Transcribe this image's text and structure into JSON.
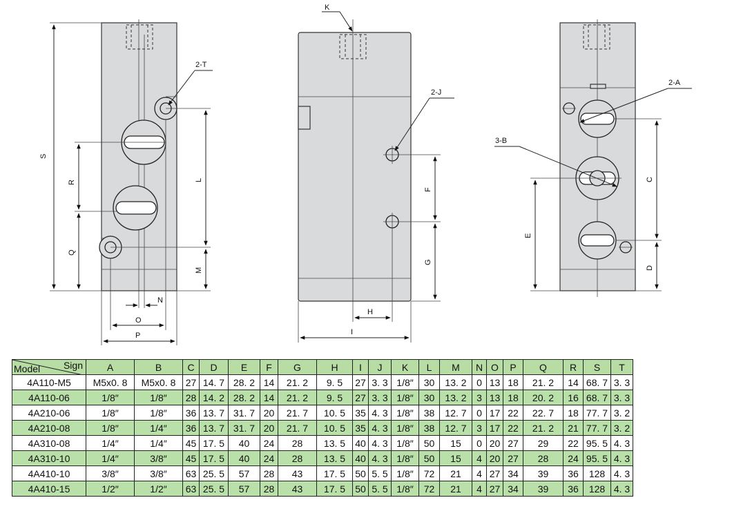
{
  "drawing": {
    "labels": {
      "S": "S",
      "R": "R",
      "Q": "Q",
      "L": "L",
      "M": "M",
      "N": "N",
      "O": "O",
      "P": "P",
      "T": "2-T",
      "K": "K",
      "J": "2-J",
      "F": "F",
      "G": "G",
      "H": "H",
      "I": "I",
      "A": "2-A",
      "B": "3-B",
      "C": "C",
      "E": "E",
      "D": "D"
    }
  },
  "table": {
    "corner_sign": "Sign",
    "corner_model": "Model",
    "columns": [
      "A",
      "B",
      "C",
      "D",
      "E",
      "F",
      "G",
      "H",
      "I",
      "J",
      "K",
      "L",
      "M",
      "N",
      "O",
      "P",
      "Q",
      "R",
      "S",
      "T"
    ],
    "rows": [
      [
        "4A110-M5",
        "M5x0. 8",
        "M5x0. 8",
        "27",
        "14. 7",
        "28. 2",
        "14",
        "21. 2",
        "9. 5",
        "27",
        "3. 3",
        "1/8″",
        "30",
        "13. 2",
        "0",
        "13",
        "18",
        "21. 2",
        "14",
        "68. 7",
        "3. 3"
      ],
      [
        "4A110-06",
        "1/8″",
        "1/8″",
        "28",
        "14. 2",
        "28. 2",
        "14",
        "21. 2",
        "9. 5",
        "27",
        "3. 3",
        "1/8″",
        "30",
        "13. 2",
        "3",
        "13",
        "18",
        "20. 2",
        "16",
        "68. 7",
        "3. 3"
      ],
      [
        "4A210-06",
        "1/8″",
        "1/8″",
        "36",
        "13. 7",
        "31. 7",
        "20",
        "21. 7",
        "10. 5",
        "35",
        "4. 3",
        "1/8″",
        "38",
        "12. 7",
        "0",
        "17",
        "22",
        "22. 7",
        "18",
        "77. 7",
        "3. 2"
      ],
      [
        "4A210-08",
        "1/8″",
        "1/4″",
        "36",
        "13. 7",
        "31. 7",
        "20",
        "21. 7",
        "10. 5",
        "35",
        "4. 3",
        "1/8″",
        "38",
        "12. 7",
        "3",
        "17",
        "22",
        "21. 2",
        "21",
        "77. 7",
        "3. 2"
      ],
      [
        "4A310-08",
        "1/4″",
        "1/4″",
        "45",
        "17. 5",
        "40",
        "24",
        "28",
        "13. 5",
        "40",
        "4. 3",
        "1/8″",
        "50",
        "15",
        "0",
        "20",
        "27",
        "29",
        "22",
        "95. 5",
        "4. 3"
      ],
      [
        "4A310-10",
        "1/4″",
        "3/8″",
        "45",
        "17. 5",
        "40",
        "24",
        "28",
        "13. 5",
        "40",
        "4. 3",
        "1/8″",
        "50",
        "15",
        "4",
        "20",
        "27",
        "28",
        "24",
        "95. 5",
        "4. 3"
      ],
      [
        "4A410-10",
        "3/8″",
        "3/8″",
        "63",
        "25. 5",
        "57",
        "28",
        "43",
        "17. 5",
        "50",
        "5. 5",
        "1/8″",
        "72",
        "21",
        "4",
        "27",
        "34",
        "39",
        "36",
        "128",
        "4. 3"
      ],
      [
        "4A410-15",
        "1/2″",
        "1/2″",
        "63",
        "25. 5",
        "57",
        "28",
        "43",
        "17. 5",
        "50",
        "5. 5",
        "1/8″",
        "72",
        "21",
        "4",
        "27",
        "34",
        "39",
        "36",
        "128",
        "4. 3"
      ]
    ]
  }
}
